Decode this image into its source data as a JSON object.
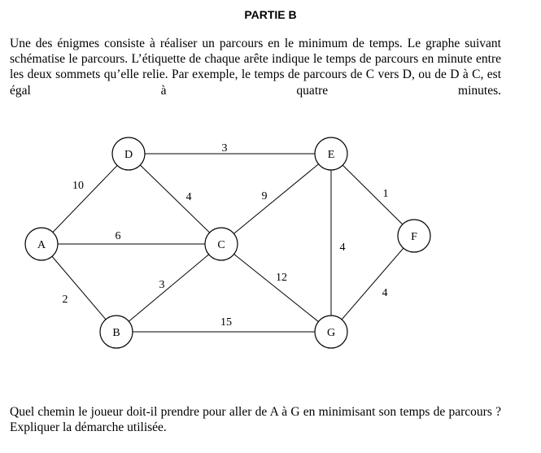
{
  "title": "PARTIE B",
  "intro": "Une des énigmes consiste à réaliser un parcours en le minimum de temps. Le graphe suivant schématise le parcours. L’étiquette de chaque arête indique le temps de parcours en minute entre les deux sommets qu’elle relie. Par exemple, le temps de parcours de C vers D, ou de D à C, est égal à quatre minutes.",
  "graph": {
    "nodes": [
      "A",
      "B",
      "C",
      "D",
      "E",
      "F",
      "G"
    ],
    "edges": [
      {
        "from": "D",
        "to": "E",
        "weight": "3"
      },
      {
        "from": "A",
        "to": "D",
        "weight": "10"
      },
      {
        "from": "D",
        "to": "C",
        "weight": "4"
      },
      {
        "from": "C",
        "to": "E",
        "weight": "9"
      },
      {
        "from": "E",
        "to": "F",
        "weight": "1"
      },
      {
        "from": "A",
        "to": "C",
        "weight": "6"
      },
      {
        "from": "E",
        "to": "G",
        "weight": "4"
      },
      {
        "from": "C",
        "to": "G",
        "weight": "12"
      },
      {
        "from": "B",
        "to": "C",
        "weight": "3"
      },
      {
        "from": "A",
        "to": "B",
        "weight": "2"
      },
      {
        "from": "F",
        "to": "G",
        "weight": "4"
      },
      {
        "from": "B",
        "to": "G",
        "weight": "15"
      }
    ]
  },
  "question": "Quel chemin le joueur doit-il prendre pour aller de A à G en minimisant son temps de parcours ? Expliquer la démarche utilisée."
}
